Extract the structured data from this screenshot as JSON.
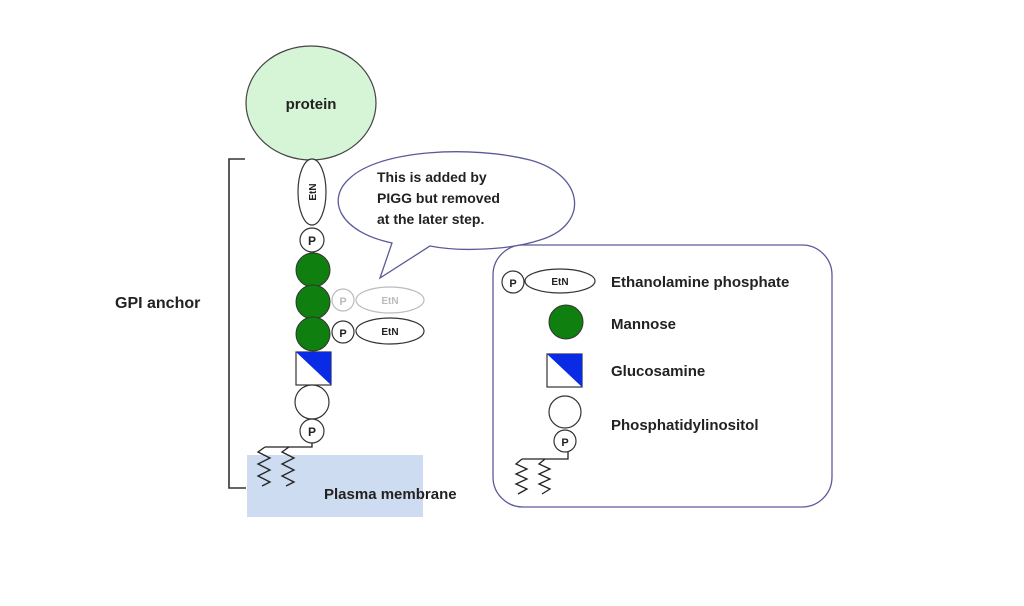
{
  "diagram": {
    "title_hint": "GPI anchor structure",
    "protein_label": "protein",
    "bracket_label": "GPI anchor",
    "membrane_label": "Plasma membrane",
    "chain": {
      "etn_label": "EtN",
      "phosphate_label": "P",
      "branch_removed": {
        "p": "P",
        "etn": "EtN"
      },
      "branch_kept": {
        "p": "P",
        "etn": "EtN"
      }
    },
    "callout": {
      "lines": [
        "This is added by",
        "PIGG but removed",
        "at the later step."
      ]
    },
    "legend": {
      "items": [
        {
          "symbol": "ethanolamine-phosphate",
          "p": "P",
          "etn": "EtN",
          "label": "Ethanolamine phosphate"
        },
        {
          "symbol": "mannose",
          "label": "Mannose"
        },
        {
          "symbol": "glucosamine",
          "label": "Glucosamine"
        },
        {
          "symbol": "phosphatidylinositol",
          "p": "P",
          "label": "Phosphatidylinositol"
        }
      ]
    },
    "colors": {
      "protein_fill": "#d6f5d6",
      "mannose_fill": "#0f7f0f",
      "glucosamine_fill": "#0a2be6",
      "membrane_fill": "#cddcf0",
      "callout_stroke": "#5a5a9a",
      "faded": "#bbbbbb"
    }
  }
}
